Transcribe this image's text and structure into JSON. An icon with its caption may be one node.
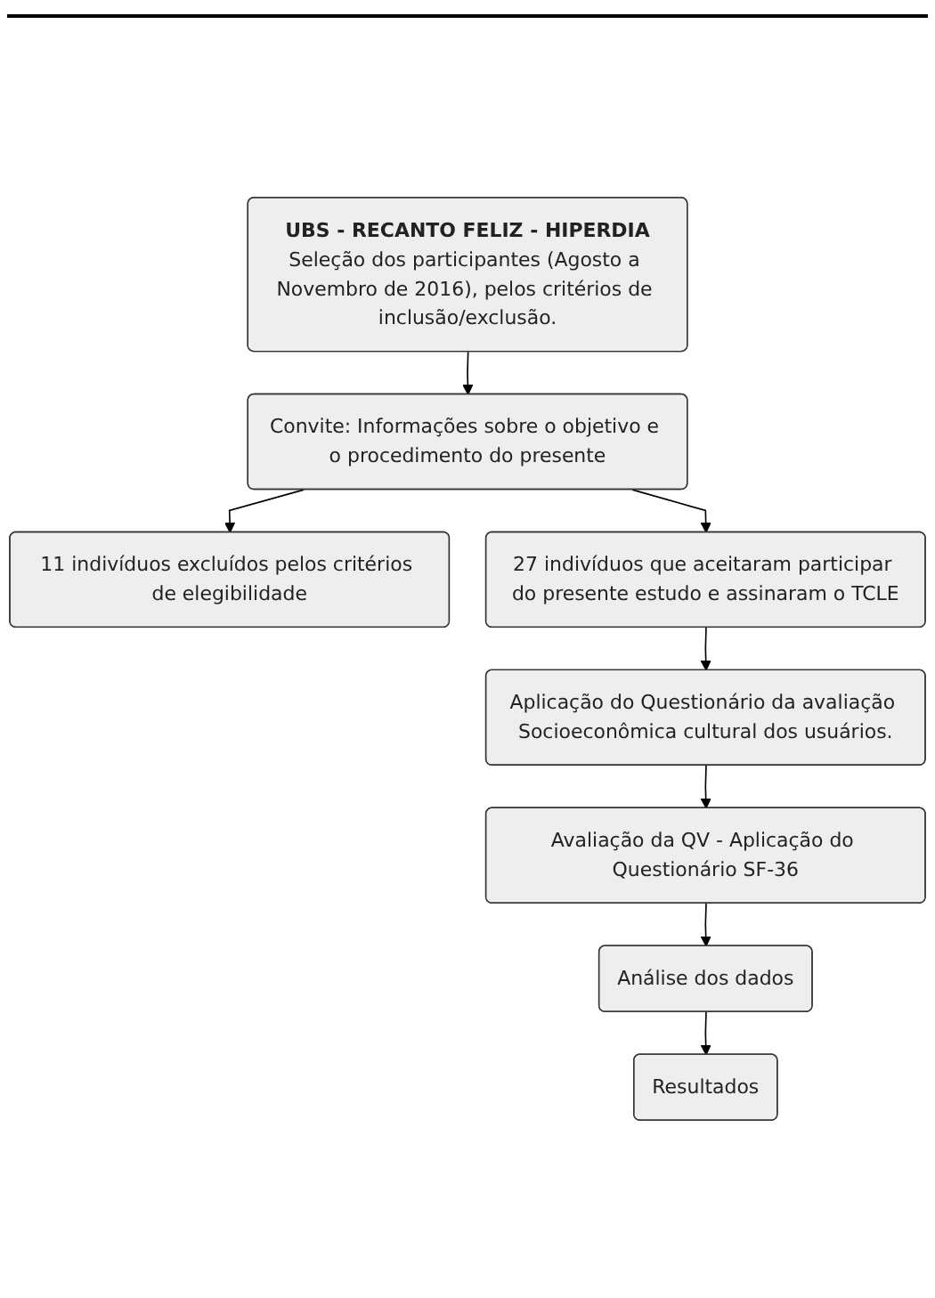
{
  "diagram": {
    "nodes": [
      {
        "text": [
          "UBS - RECANTO FELIZ - HIPERDIA",
          "Seleção dos participantes (Agosto a Novembro de 2016), pelos critérios de inclusão/exclusão."
        ]
      },
      {
        "text": [
          "Convite: Informações sobre o objetivo e o procedimento do presente"
        ]
      },
      {
        "text": [
          "11 indivíduos excluídos pelos critérios de elegibilidade"
        ]
      },
      {
        "text": [
          "27 indivíduos que aceitaram participar do presente estudo e assinaram o TCLE"
        ]
      },
      {
        "text": [
          "Aplicação do Questionário da avaliação Socioeconômica cultural dos usuários."
        ]
      },
      {
        "text": [
          "Avaliação da QV - Aplicação do Questionário SF-36"
        ]
      },
      {
        "text": [
          "Análise dos dados"
        ]
      },
      {
        "text": [
          "Resultados"
        ]
      }
    ],
    "edges": [
      {
        "from": 0,
        "to": 1,
        "arrow": "to"
      },
      {
        "from": 1,
        "to": 2,
        "arrow": "to"
      },
      {
        "from": 1,
        "to": 3,
        "arrow": "to"
      },
      {
        "from": 3,
        "to": 4,
        "arrow": "to"
      },
      {
        "from": 4,
        "to": 5,
        "arrow": "to"
      },
      {
        "from": 5,
        "to": 6,
        "arrow": "to"
      },
      {
        "from": 6,
        "to": 7,
        "arrow": "to"
      }
    ]
  }
}
